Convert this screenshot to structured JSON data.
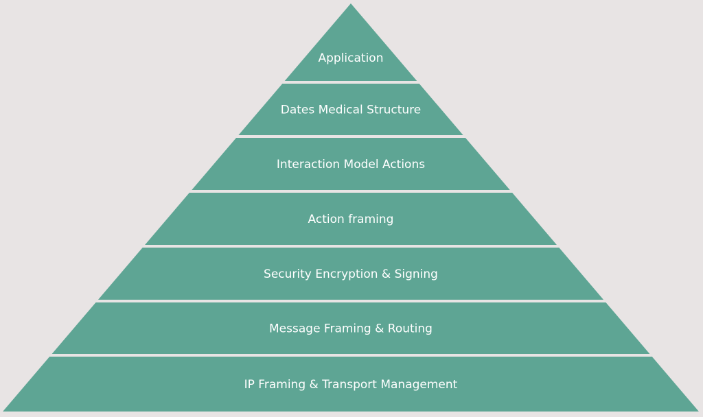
{
  "diagram": {
    "type": "pyramid",
    "layers_top_to_bottom": [
      "Application",
      "Dates Medical Structure",
      "Interaction Model Actions",
      "Action framing",
      "Security Encryption & Signing",
      "Message Framing & Routing",
      "IP Framing & Transport Management"
    ],
    "colors": {
      "background": "#e8e4e4",
      "layer_fill": "#5ea594",
      "text": "#ffffff"
    }
  }
}
